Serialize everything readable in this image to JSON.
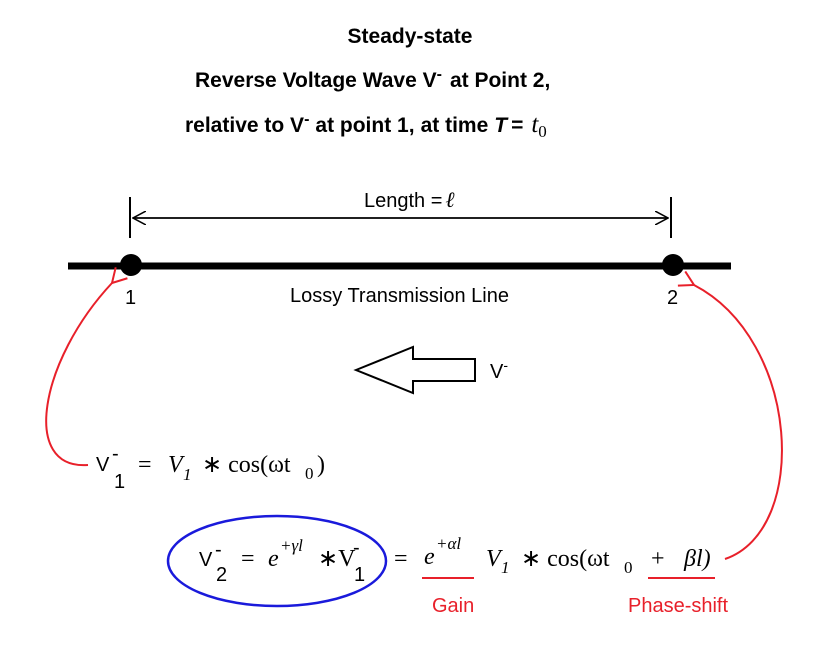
{
  "title": {
    "line1": "Steady-state",
    "line2_pre": "Reverse Voltage Wave V",
    "line2_post": "at Point 2,",
    "line3_pre": "relative to V",
    "line3_mid": "at point 1,",
    "line3_time": "at time",
    "line3_T": "T",
    "line3_eq": "=",
    "line3_t": "t",
    "line3_sub": "0",
    "minus": "-"
  },
  "diagram": {
    "length_label": "Length =",
    "length_symbol": "ℓ",
    "line_label": "Lossy Transmission Line",
    "point1": "1",
    "point2": "2",
    "wave_label": "V",
    "wave_sup": "-"
  },
  "eq1": {
    "V": "V",
    "sub1": "1",
    "sup": "-",
    "eq": "=",
    "V1": "V",
    "V1sub": "1",
    "rest": "∗ cos(ωt",
    "t0": "0",
    "close": ")"
  },
  "eq2": {
    "V": "V",
    "sub2": "2",
    "sup": "-",
    "eq": "=",
    "e": "e",
    "exp": "+γl",
    "star": "∗V",
    "sub1": "1",
    "sup1": "-",
    "eq2": "=",
    "e2": "e",
    "exp2": "+αl",
    "V1": "V",
    "V1sub": "1",
    "rest": "∗ cos(ωt",
    "t0": "0",
    "plus": "+",
    "beta": "βl)"
  },
  "annotations": {
    "gain": "Gain",
    "phase": "Phase-shift"
  },
  "colors": {
    "accent_red": "#e8202a",
    "ellipse_blue": "#1a1adb",
    "ink": "#000000"
  }
}
